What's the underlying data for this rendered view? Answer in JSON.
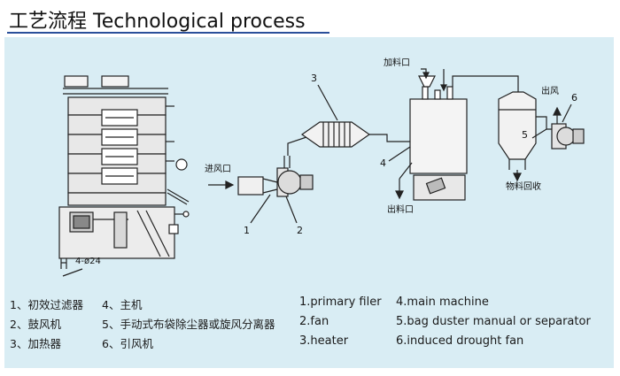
{
  "header": {
    "title": "工艺流程 Technological process"
  },
  "diagram": {
    "labels": {
      "air_inlet": "进风口",
      "feed_inlet": "加料口",
      "outlet": "出料口",
      "material_recovery": "物料回收",
      "air_out": "出风",
      "base_dimension": "4-ø24"
    },
    "numbers": [
      "1",
      "2",
      "3",
      "4",
      "5",
      "6"
    ]
  },
  "legend": {
    "cn": [
      "1、初效过滤器",
      "2、鼓风机",
      "3、加热器",
      "4、主机",
      "5、手动式布袋除尘器或旋风分离器",
      "6、引风机"
    ],
    "en": [
      "1.primary filer",
      "2.fan",
      "3.heater",
      "4.main machine",
      "5.bag duster manual or separator",
      "6.induced drought fan"
    ]
  }
}
